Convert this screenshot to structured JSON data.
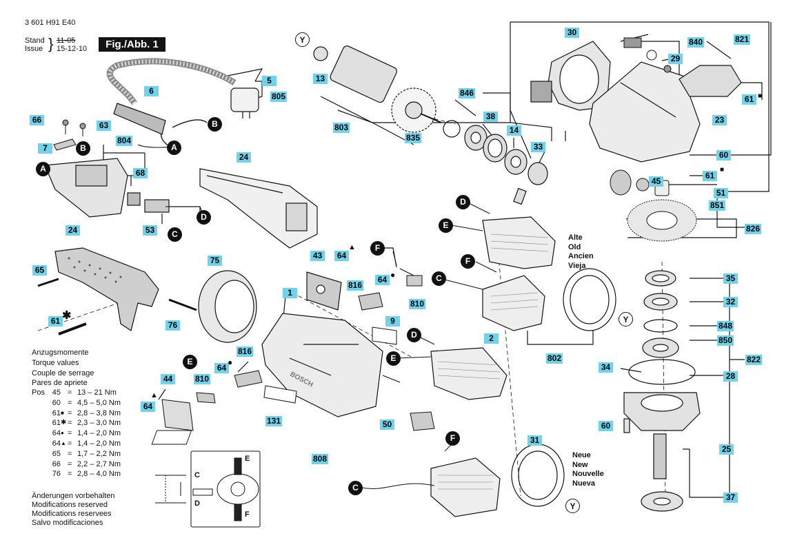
{
  "header": {
    "doc_number": "3 601 H91 E40",
    "stand_label": "Stand",
    "issue_label": "Issue",
    "stand_value": "11-05",
    "issue_value": "15-12-10",
    "figure_label": "Fig./Abb. 1"
  },
  "part_labels": [
    {
      "text": "5"
    },
    {
      "text": "805"
    },
    {
      "text": "6"
    },
    {
      "text": "66"
    },
    {
      "text": "63"
    },
    {
      "text": "7"
    },
    {
      "text": "804"
    },
    {
      "text": "68"
    },
    {
      "text": "53"
    },
    {
      "text": "24"
    },
    {
      "text": "24"
    },
    {
      "text": "65"
    },
    {
      "text": "61"
    },
    {
      "text": "76"
    },
    {
      "text": "75"
    },
    {
      "text": "43"
    },
    {
      "text": "64"
    },
    {
      "text": "64"
    },
    {
      "text": "816"
    },
    {
      "text": "810"
    },
    {
      "text": "1"
    },
    {
      "text": "9"
    },
    {
      "text": "816"
    },
    {
      "text": "64"
    },
    {
      "text": "810"
    },
    {
      "text": "44"
    },
    {
      "text": "64"
    },
    {
      "text": "131"
    },
    {
      "text": "808"
    },
    {
      "text": "50"
    },
    {
      "text": "2"
    },
    {
      "text": "802"
    },
    {
      "text": "31"
    },
    {
      "text": "13"
    },
    {
      "text": "803"
    },
    {
      "text": "835"
    },
    {
      "text": "846"
    },
    {
      "text": "38"
    },
    {
      "text": "14"
    },
    {
      "text": "33"
    },
    {
      "text": "30"
    },
    {
      "text": "840"
    },
    {
      "text": "821"
    },
    {
      "text": "29"
    },
    {
      "text": "61"
    },
    {
      "text": "23"
    },
    {
      "text": "60"
    },
    {
      "text": "61"
    },
    {
      "text": "45"
    },
    {
      "text": "51"
    },
    {
      "text": "851"
    },
    {
      "text": "826"
    },
    {
      "text": "35"
    },
    {
      "text": "32"
    },
    {
      "text": "848"
    },
    {
      "text": "850"
    },
    {
      "text": "822"
    },
    {
      "text": "34"
    },
    {
      "text": "28"
    },
    {
      "text": "60"
    },
    {
      "text": "25"
    },
    {
      "text": "37"
    }
  ],
  "connectors": [
    {
      "text": "A"
    },
    {
      "text": "B"
    },
    {
      "text": "B"
    },
    {
      "text": "A"
    },
    {
      "text": "D"
    },
    {
      "text": "C"
    },
    {
      "text": "F"
    },
    {
      "text": "C"
    },
    {
      "text": "E"
    },
    {
      "text": "C"
    },
    {
      "text": "D"
    },
    {
      "text": "E"
    },
    {
      "text": "F"
    },
    {
      "text": "D"
    },
    {
      "text": "E"
    },
    {
      "text": "F"
    },
    {
      "text": "C"
    }
  ],
  "y_markers": [
    {
      "text": "Y"
    },
    {
      "text": "Y"
    },
    {
      "text": "Y"
    }
  ],
  "torque": {
    "lines": [
      "Anzugsmomente",
      "Torque values",
      "Couple de serrage",
      "Pares de apriete"
    ],
    "pos_label": "Pos",
    "rows": [
      {
        "pos": "45",
        "mark": "",
        "value": "13 – 21 Nm"
      },
      {
        "pos": "60",
        "mark": "",
        "value": "4,5 – 5,0 Nm"
      },
      {
        "pos": "61",
        "mark": "■",
        "value": "2,8 – 3,8 Nm"
      },
      {
        "pos": "61",
        "mark": "✱",
        "value": "2,3 – 3,0 Nm"
      },
      {
        "pos": "64",
        "mark": "●",
        "value": "1,4 – 2,0 Nm"
      },
      {
        "pos": "64",
        "mark": "▲",
        "value": "1,4 – 2,0 Nm"
      },
      {
        "pos": "65",
        "mark": "",
        "value": "1,7 – 2,2 Nm"
      },
      {
        "pos": "66",
        "mark": "",
        "value": "2,2 – 2,7 Nm"
      },
      {
        "pos": "76",
        "mark": "",
        "value": "2,8 – 4,0 Nm"
      }
    ],
    "equals": "="
  },
  "notes": [
    "Änderungen vorbehalten",
    "Modifications reserved",
    "Modifications reservees",
    "Salvo modificaciones"
  ],
  "old_labels": [
    "Alte",
    "Old",
    "Ancien",
    "Vieja"
  ],
  "new_labels": [
    "Neue",
    "New",
    "Nouvelle",
    "Nueva"
  ],
  "wiring": {
    "terminals": [
      "C",
      "D",
      "E",
      "F"
    ]
  },
  "symbols": {
    "square": "■",
    "star": "✱",
    "dot": "●",
    "triangle": "▲"
  }
}
